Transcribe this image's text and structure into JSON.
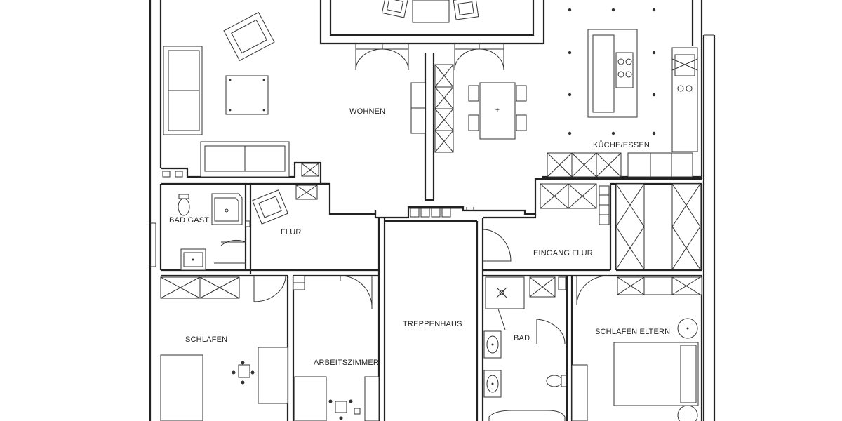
{
  "rooms": {
    "wohnen": "WOHNEN",
    "kueche_essen": "KÜCHE/ESSEN",
    "bad_gast": "BAD GAST",
    "flur": "FLUR",
    "eingang_flur": "EINGANG FLUR",
    "schlafen": "SCHLAFEN",
    "arbeitszimmer": "ARBEITSZIMMER",
    "treppenhaus": "TREPPENHAUS",
    "bad": "BAD",
    "schlafen_eltern": "SCHLAFEN ELTERN"
  },
  "icons": [
    "sofa-icon",
    "armchair-icon",
    "table-icon",
    "bed-icon",
    "toilet-icon",
    "sink-icon",
    "shower-icon",
    "bathtub-icon",
    "office-chair-icon",
    "kitchen-island-icon",
    "wardrobe-icon",
    "door-swing-icon"
  ]
}
